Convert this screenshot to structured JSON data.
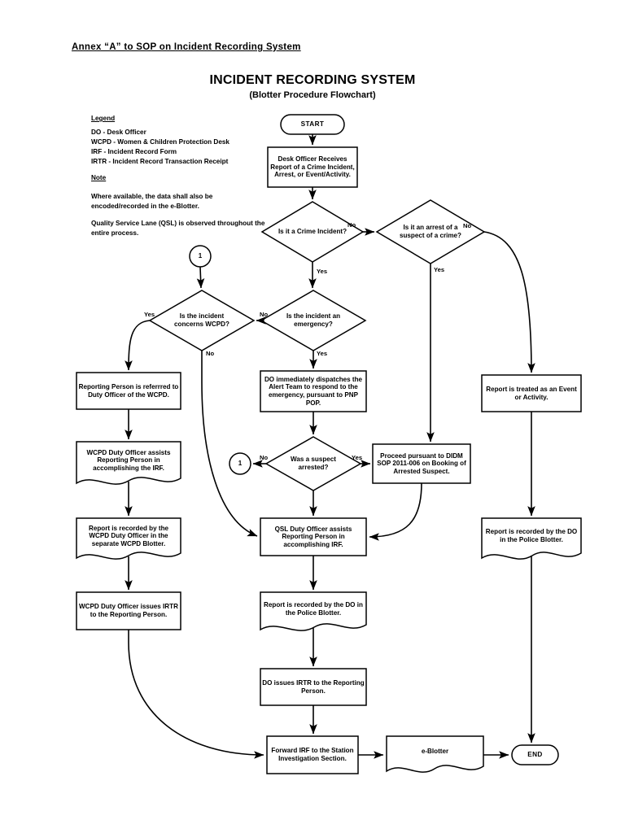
{
  "document": {
    "annex_header": "Annex “A” to SOP on Incident Recording System",
    "title": "INCIDENT RECORDING SYSTEM",
    "subtitle": "(Blotter Procedure Flowchart)"
  },
  "legend": {
    "heading": "Legend",
    "entries": [
      "DO - Desk Officer",
      "WCPD - Women & Children Protection Desk",
      "IRF - Incident Record Form",
      "IRTR - Incident Record Transaction Receipt"
    ],
    "note_heading": "Note",
    "notes": [
      "Where available, the data shall also be encoded/recorded in the e-Blotter.",
      "Quality Service Lane (QSL) is observed throughout the entire process."
    ]
  },
  "flowchart": {
    "type": "flowchart",
    "nodes": [
      {
        "id": "start",
        "shape": "terminator",
        "label": "START"
      },
      {
        "id": "receive",
        "shape": "process",
        "label": "Desk Officer Receives Report of a Crime Incident, Arrest, or Event/Activity."
      },
      {
        "id": "d_crime",
        "shape": "decision",
        "label": "Is it a Crime Incident?"
      },
      {
        "id": "d_arrest",
        "shape": "decision",
        "label": "Is it an arrest of a suspect of a crime?"
      },
      {
        "id": "conn1_top",
        "shape": "connector",
        "label": "1"
      },
      {
        "id": "d_wcpd",
        "shape": "decision",
        "label": "Is the incident concerns WCPD?"
      },
      {
        "id": "d_emerg",
        "shape": "decision",
        "label": "Is the incident an emergency?"
      },
      {
        "id": "refer",
        "shape": "process",
        "label": "Reporting Person is referrred to Duty Officer of the WCPD."
      },
      {
        "id": "dispatch",
        "shape": "process",
        "label": "DO immediately dispatches the Alert Team to respond to the emergency, pursuant to PNP POP."
      },
      {
        "id": "event",
        "shape": "process",
        "label": "Report is treated as an Event or Activity."
      },
      {
        "id": "wcpd_irf",
        "shape": "document",
        "label": "WCPD Duty Officer assists Reporting Person in accomplishing the IRF."
      },
      {
        "id": "d_suspect",
        "shape": "decision",
        "label": "Was a suspect arrested?"
      },
      {
        "id": "conn1_mid",
        "shape": "connector",
        "label": "1"
      },
      {
        "id": "didm",
        "shape": "process",
        "label": "Proceed pursuant to DIDM SOP 2011-006 on Booking of Arrested Suspect."
      },
      {
        "id": "wcpd_blotter",
        "shape": "document",
        "label": "Report is recorded by the WCPD Duty Officer in the separate WCPD Blotter."
      },
      {
        "id": "qsl",
        "shape": "process",
        "label": "QSL Duty Officer assists Reporting Person in accomplishing IRF."
      },
      {
        "id": "blotter_r",
        "shape": "document",
        "label": "Report is recorded by the DO in the Police Blotter."
      },
      {
        "id": "wcpd_irtr",
        "shape": "process",
        "label": "WCPD Duty Officer issues IRTR to the Reporting Person."
      },
      {
        "id": "blotter_c",
        "shape": "document",
        "label": "Report is recorded by the DO in the Police Blotter."
      },
      {
        "id": "do_irtr",
        "shape": "process",
        "label": "DO issues IRTR to the Reporting Person."
      },
      {
        "id": "forward",
        "shape": "process",
        "label": "Forward IRF to the Station Investigation Section."
      },
      {
        "id": "eblotter",
        "shape": "document",
        "label": "e-Blotter"
      },
      {
        "id": "end",
        "shape": "terminator",
        "label": "END"
      }
    ],
    "edge_labels": {
      "crime_no": "No",
      "crime_yes": "Yes",
      "arrest_no": "No",
      "arrest_yes": "Yes",
      "wcpd_yes": "Yes",
      "wcpd_no": "No",
      "emerg_no": "No",
      "emerg_yes": "Yes",
      "suspect_no": "No",
      "suspect_yes": "Yes"
    }
  },
  "colors": {
    "stroke": "#000000",
    "fill": "#ffffff",
    "text": "#000000"
  }
}
